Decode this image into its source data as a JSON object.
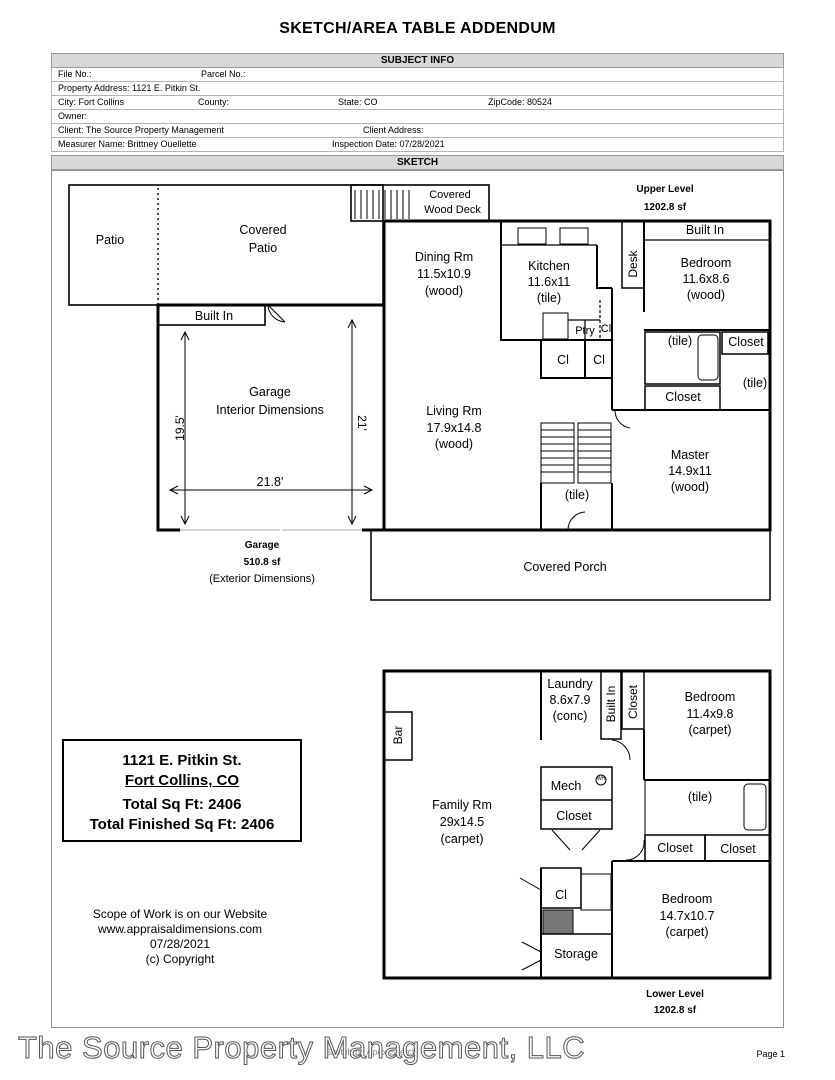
{
  "title": "SKETCH/AREA TABLE ADDENDUM",
  "subject_info": {
    "header": "SUBJECT INFO",
    "file_no": "File No.:",
    "parcel_no": "Parcel No.:",
    "address": "Property Address: 1121 E. Pitkin St.",
    "city": "City: Fort Collins",
    "county": "County:",
    "state": "State: CO",
    "zip": "ZipCode: 80524",
    "owner": "Owner:",
    "client": "Client: The Source Property Management",
    "client_address": "Client Address:",
    "measurer": "Measurer Name: Brittney Ouellette",
    "inspection_date": "Inspection Date: 07/28/2021"
  },
  "sketch_header": "SKETCH",
  "upper": {
    "level_name": "Upper Level",
    "level_area": "1202.8 sf",
    "patio": "Patio",
    "covered_patio": [
      "Covered",
      "Patio"
    ],
    "covered_deck": [
      "Covered",
      "Wood Deck"
    ],
    "dining": [
      "Dining Rm",
      "11.5x10.9",
      "(wood)"
    ],
    "kitchen": [
      "Kitchen",
      "11.6x11",
      "(tile)"
    ],
    "desk": "Desk",
    "built_in_top": "Built In",
    "bedroom": [
      "Bedroom",
      "11.6x8.6",
      "(wood)"
    ],
    "built_in_garage": "Built In",
    "ptry": "Ptry",
    "cl_small": "Cl",
    "cl1": "Cl",
    "cl2": "Cl",
    "tile_bath": "(tile)",
    "closet1": "Closet",
    "tile2": "(tile)",
    "closet2": "Closet",
    "garage_interior": [
      "Garage",
      "Interior Dimensions"
    ],
    "garage_dim_left": "19.5'",
    "garage_dim_right": "21'",
    "garage_dim_width": "21.8'",
    "living": [
      "Living Rm",
      "17.9x14.8",
      "(wood)"
    ],
    "stair_tile": "(tile)",
    "master": [
      "Master",
      "14.9x11",
      "(wood)"
    ],
    "garage_caption": [
      "Garage",
      "510.8 sf",
      "(Exterior Dimensions)"
    ],
    "covered_porch": "Covered Porch"
  },
  "lower": {
    "bar": "Bar",
    "laundry": [
      "Laundry",
      "8.6x7.9",
      "(conc)"
    ],
    "built_in": "Built In",
    "closet_v": "Closet",
    "bedroom1": [
      "Bedroom",
      "11.4x9.8",
      "(carpet)"
    ],
    "mech": "Mech",
    "wh": "WH",
    "family": [
      "Family Rm",
      "29x14.5",
      "(carpet)"
    ],
    "closet_mech": "Closet",
    "tile": "(tile)",
    "closet_a": "Closet",
    "closet_b": "Closet",
    "cl": "Cl",
    "storage": "Storage",
    "bedroom2": [
      "Bedroom",
      "14.7x10.7",
      "(carpet)"
    ],
    "level_name": "Lower Level",
    "level_area": "1202.8 sf"
  },
  "summary": {
    "street": "1121 E. Pitkin St.",
    "city": "Fort Collins, CO",
    "total": "Total Sq Ft:  2406",
    "finished": "Total Finished Sq Ft:  2406"
  },
  "scope": [
    "Scope of Work is on our Website",
    "www.appraisaldimensions.com",
    "07/28/2021",
    "(c) Copyright"
  ],
  "watermark": "The Source Property Management, LLC",
  "watermark_fine": "Sketch by Apex Sketch",
  "page": "Page 1"
}
